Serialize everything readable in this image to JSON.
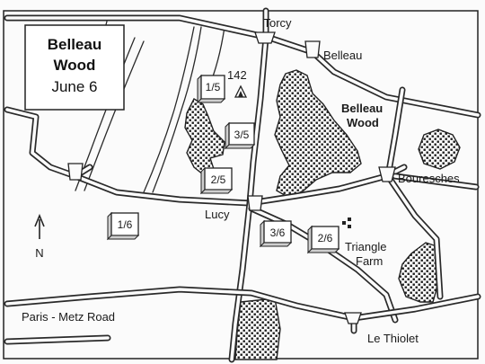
{
  "title": {
    "line1": "Belleau",
    "line2": "Wood",
    "line3": "June 6"
  },
  "places": {
    "torcy": "Torcy",
    "belleau": "Belleau",
    "belleau_wood_1": "Belleau",
    "belleau_wood_2": "Wood",
    "bouresches": "Bouresches",
    "lucy": "Lucy",
    "triangle_1": "Triangle",
    "triangle_2": "Farm",
    "paris_metz": "Paris - Metz Road",
    "le_thiolet": "Le Thiolet",
    "hill": "142"
  },
  "compass": "N",
  "units": [
    "1/5",
    "3/5",
    "2/5",
    "1/6",
    "3/6",
    "2/6"
  ],
  "colors": {
    "ink": "#1a1a1a",
    "paper": "#fbfbfb"
  },
  "icons": {
    "north_arrow": "arrow-up-icon",
    "hill_marker": "hill-icon",
    "farm_marker": "building-icon"
  }
}
